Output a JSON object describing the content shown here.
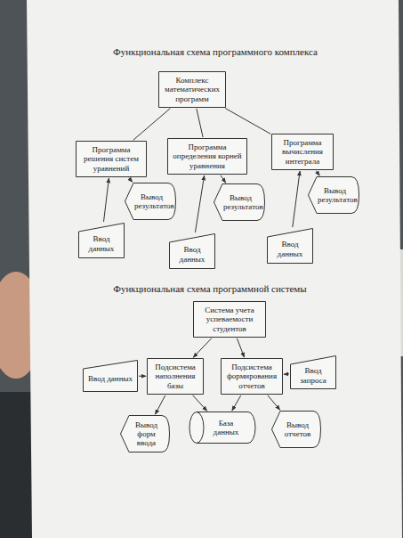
{
  "diagram": {
    "title": "Функциональная схема программного комплекса",
    "nodes": [
      {
        "text": [
          "Комплекс математических программ"
        ]
      },
      {
        "text": [
          "Программа решения систем уравнений"
        ]
      },
      {
        "text": [
          "Программа определения корней уравнения"
        ]
      },
      {
        "text": [
          "Программа вычисления интеграла"
        ]
      },
      {
        "text": [
          "Вывод результатов"
        ]
      },
      {
        "text": [
          "Вывод результатов"
        ]
      },
      {
        "text": [
          "Вывод результатов"
        ]
      },
      {
        "text": [
          "Ввод данных"
        ]
      },
      {
        "text": [
          "Ввод данных"
        ]
      },
      {
        "text": [
          "Ввод данных"
        ]
      },
      {
        "text": [
          "Система учета успеваемости студентов"
        ]
      },
      {
        "text": [
          "Ввод данных"
        ]
      },
      {
        "text": [
          "Подсистема наполнения базы"
        ]
      },
      {
        "text": [
          "Подсистема формирования отчетов"
        ]
      },
      {
        "text": [
          "Ввод запроса"
        ]
      },
      {
        "text": [
          "Вывод форм ввода"
        ]
      },
      {
        "text": [
          "База данных"
        ]
      },
      {
        "text": [
          "Вывод отчетов"
        ]
      }
    ],
    "edges": [
      {
        "from": 0,
        "to": 1,
        "arrow": "none"
      },
      {
        "from": 0,
        "to": 2,
        "arrow": "none"
      },
      {
        "from": 0,
        "to": 3,
        "arrow": "none"
      },
      {
        "from": 7,
        "to": 1,
        "arrow": "to"
      },
      {
        "from": 1,
        "to": 4,
        "arrow": "to"
      },
      {
        "from": 8,
        "to": 2,
        "arrow": "to"
      },
      {
        "from": 2,
        "to": 5,
        "arrow": "to"
      },
      {
        "from": 9,
        "to": 3,
        "arrow": "to"
      },
      {
        "from": 3,
        "to": 6,
        "arrow": "to"
      },
      {
        "from": 10,
        "to": 12,
        "arrow": "to"
      },
      {
        "from": 10,
        "to": 13,
        "arrow": "to"
      },
      {
        "from": 11,
        "to": 12,
        "arrow": "to"
      },
      {
        "from": 14,
        "to": 13,
        "arrow": "to"
      },
      {
        "from": 12,
        "to": 15,
        "arrow": "to"
      },
      {
        "from": 12,
        "to": 16,
        "arrow": "to"
      },
      {
        "from": 13,
        "to": 16,
        "arrow": "to"
      },
      {
        "from": 13,
        "to": 17,
        "arrow": "to"
      }
    ],
    "labels": [
      "Функциональная схема программной системы"
    ]
  }
}
